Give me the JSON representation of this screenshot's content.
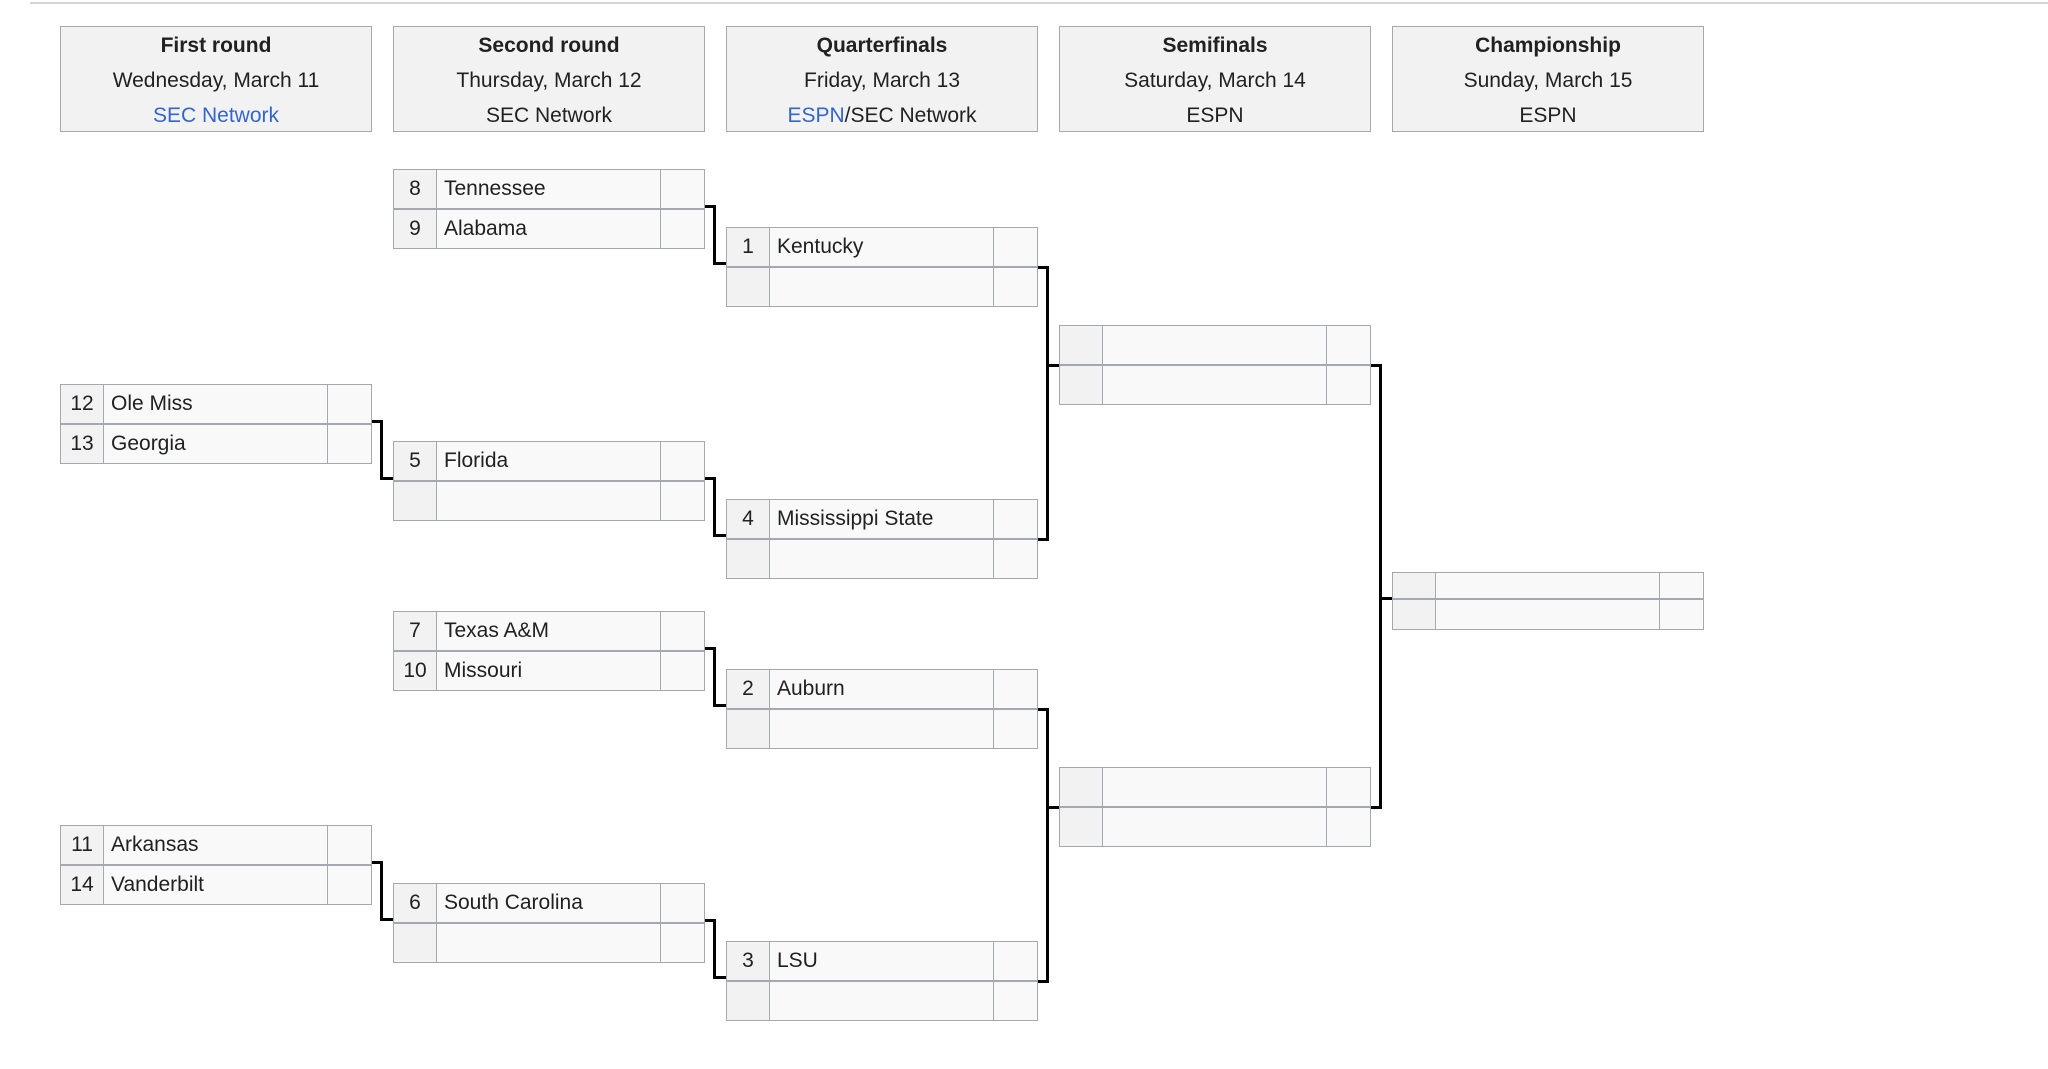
{
  "rounds": [
    {
      "name": "First round",
      "date": "Wednesday, March 11",
      "network_link": "SEC Network",
      "network_text": ""
    },
    {
      "name": "Second round",
      "date": "Thursday, March 12",
      "network_link": "",
      "network_text": "SEC Network"
    },
    {
      "name": "Quarterfinals",
      "date": "Friday, March 13",
      "network_link": "ESPN",
      "network_text": "/SEC Network"
    },
    {
      "name": "Semifinals",
      "date": "Saturday, March 14",
      "network_link": "",
      "network_text": "ESPN"
    },
    {
      "name": "Championship",
      "date": "Sunday, March 15",
      "network_link": "",
      "network_text": "ESPN"
    }
  ],
  "first_round": [
    {
      "top": {
        "seed": "12",
        "team": "Ole Miss",
        "score": ""
      },
      "bottom": {
        "seed": "13",
        "team": "Georgia",
        "score": ""
      }
    },
    {
      "top": {
        "seed": "11",
        "team": "Arkansas",
        "score": ""
      },
      "bottom": {
        "seed": "14",
        "team": "Vanderbilt",
        "score": ""
      }
    }
  ],
  "second_round": [
    {
      "top": {
        "seed": "8",
        "team": "Tennessee",
        "score": ""
      },
      "bottom": {
        "seed": "9",
        "team": "Alabama",
        "score": ""
      }
    },
    {
      "top": {
        "seed": "5",
        "team": "Florida",
        "score": ""
      },
      "bottom": {
        "seed": "",
        "team": "",
        "score": ""
      }
    },
    {
      "top": {
        "seed": "7",
        "team": "Texas A&M",
        "score": ""
      },
      "bottom": {
        "seed": "10",
        "team": "Missouri",
        "score": ""
      }
    },
    {
      "top": {
        "seed": "6",
        "team": "South Carolina",
        "score": ""
      },
      "bottom": {
        "seed": "",
        "team": "",
        "score": ""
      }
    }
  ],
  "quarterfinals": [
    {
      "top": {
        "seed": "1",
        "team": "Kentucky",
        "score": ""
      },
      "bottom": {
        "seed": "",
        "team": "",
        "score": ""
      }
    },
    {
      "top": {
        "seed": "4",
        "team": "Mississippi State",
        "score": ""
      },
      "bottom": {
        "seed": "",
        "team": "",
        "score": ""
      }
    },
    {
      "top": {
        "seed": "2",
        "team": "Auburn",
        "score": ""
      },
      "bottom": {
        "seed": "",
        "team": "",
        "score": ""
      }
    },
    {
      "top": {
        "seed": "3",
        "team": "LSU",
        "score": ""
      },
      "bottom": {
        "seed": "",
        "team": "",
        "score": ""
      }
    }
  ],
  "semifinals": [
    {
      "top": {
        "seed": "",
        "team": "",
        "score": ""
      },
      "bottom": {
        "seed": "",
        "team": "",
        "score": ""
      }
    },
    {
      "top": {
        "seed": "",
        "team": "",
        "score": ""
      },
      "bottom": {
        "seed": "",
        "team": "",
        "score": ""
      }
    }
  ],
  "championship": [
    {
      "top": {
        "seed": "",
        "team": "",
        "score": ""
      },
      "bottom": {
        "seed": "",
        "team": "",
        "score": ""
      }
    }
  ]
}
